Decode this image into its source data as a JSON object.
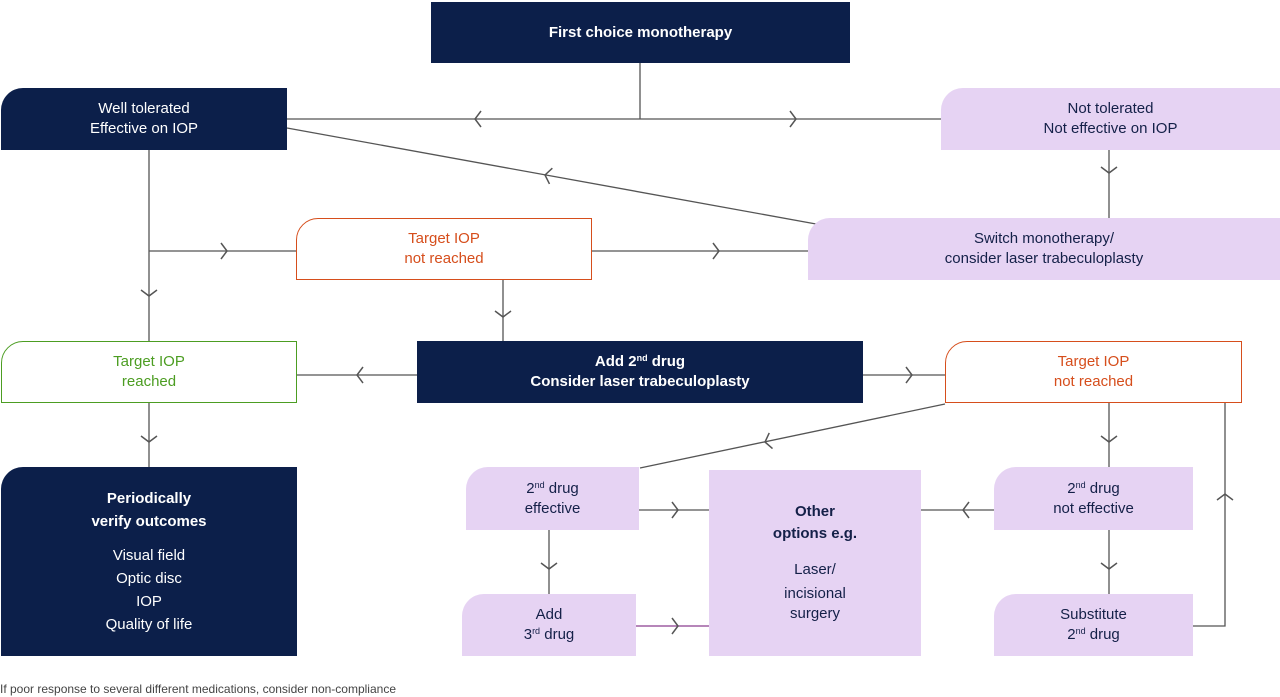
{
  "nodes": {
    "first_choice": "First choice monotherapy",
    "well_tolerated": [
      "Well tolerated",
      "Effective on IOP"
    ],
    "not_tolerated": [
      "Not tolerated",
      "Not effective on IOP"
    ],
    "switch": [
      "Switch monotherapy/",
      "consider laser trabeculoplasty"
    ],
    "target_not_reached_1": [
      "Target IOP",
      "not reached"
    ],
    "target_reached": [
      "Target IOP",
      "reached"
    ],
    "add_2nd": {
      "pre": "Add 2",
      "sup": "nd",
      "post": " drug",
      "line2": "Consider laser trabeculoplasty"
    },
    "target_not_reached_2": [
      "Target IOP",
      "not reached"
    ],
    "periodically": {
      "title": [
        "Periodically",
        "verify outcomes"
      ],
      "items": [
        "Visual field",
        "Optic disc",
        "IOP",
        "Quality of life"
      ]
    },
    "second_effective": {
      "pre": "2",
      "sup": "nd",
      "post": " drug",
      "line2": "effective"
    },
    "second_not_effective": {
      "pre": "2",
      "sup": "nd",
      "post": " drug",
      "line2": "not effective"
    },
    "other_options": {
      "title": [
        "Other",
        "options e.g."
      ],
      "body": [
        "Laser/",
        "incisional",
        "surgery"
      ]
    },
    "add_3rd": {
      "line1": "Add",
      "pre": "3",
      "sup": "rd",
      "post": " drug"
    },
    "substitute": {
      "line1": "Substitute",
      "pre": "2",
      "sup": "nd",
      "post": " drug"
    }
  },
  "footnote": "If poor response to several different medications, consider non-compliance",
  "colors": {
    "navy": "#0c1f4a",
    "lavender": "#e6d3f3",
    "orange": "#d64e1c",
    "green": "#4c9d22",
    "line": "#555555",
    "purple_line": "#8a3d8f"
  }
}
